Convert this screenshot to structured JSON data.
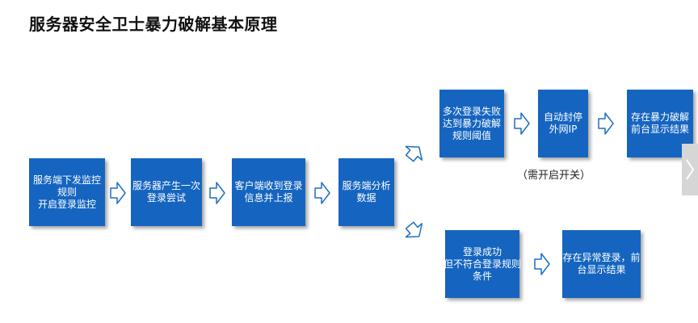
{
  "title": "服务器安全卫士暴力破解基本原理",
  "colors": {
    "box_fill": "#1565c0",
    "arrow_stroke": "#1f6fc0",
    "side_tab": "#d6d6d6"
  },
  "boxes": {
    "monitor": {
      "lines": [
        "服务端下发监控",
        "规则",
        "开启登录监控"
      ]
    },
    "attempt": {
      "lines": [
        "服务器产生一次",
        "登录尝试"
      ]
    },
    "report": {
      "lines": [
        "客户端收到登录",
        "信息并上报"
      ]
    },
    "analyze": {
      "lines": [
        "服务端分析",
        "数据"
      ]
    },
    "threshold": {
      "lines": [
        "多次登录失败",
        "达到暴力破解",
        "规则阈值"
      ]
    },
    "block": {
      "lines": [
        "自动封停",
        "外网IP"
      ]
    },
    "display_brute": {
      "lines": [
        "存在暴力破解",
        "前台显示结果"
      ]
    },
    "success_mismatch": {
      "lines": [
        "登录成功",
        "但不符合登录规则",
        "条件"
      ]
    },
    "display_abnormal": {
      "lines": [
        "存在异常登录，前",
        "台显示结果"
      ]
    }
  },
  "note": "（需开启开关）",
  "icons": {
    "arrow": "hollow-right-arrow-icon",
    "diag_up": "hollow-diagonal-up-arrow-icon",
    "diag_down": "hollow-diagonal-down-arrow-icon",
    "side_tab": "chevron-right-icon"
  }
}
